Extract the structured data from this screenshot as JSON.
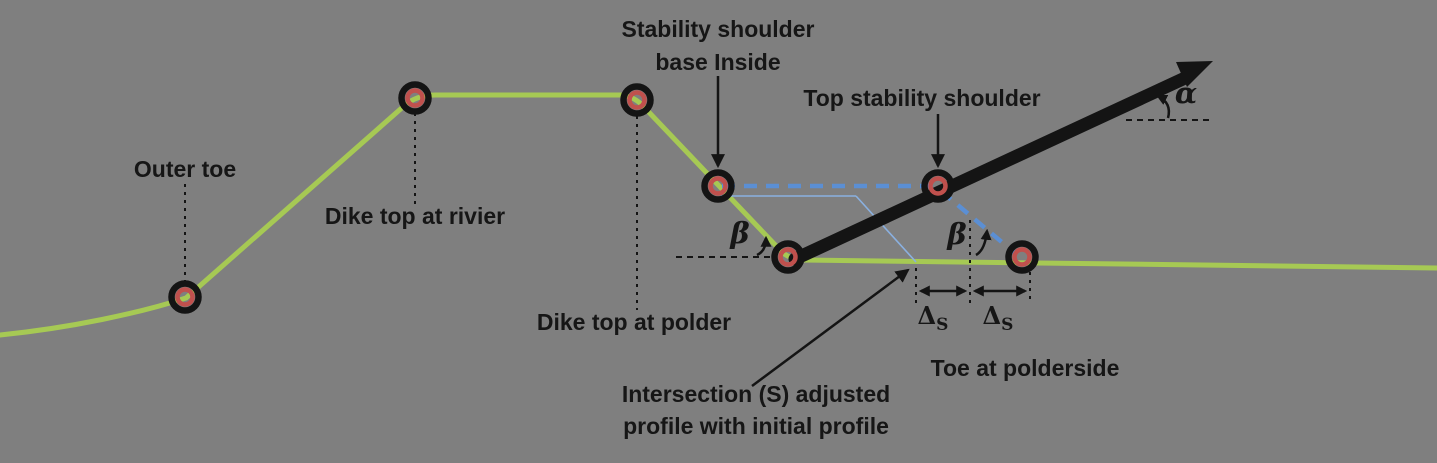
{
  "figure": {
    "type": "diagram",
    "subject": "Dike cross-section profile with stability shoulder adjustment"
  },
  "colors": {
    "background": "#7f7f7f",
    "profile_green": "#a6c954",
    "shoulder_black": "#141414",
    "adjusted_blue": "#5b8fd4",
    "initial_blue_thin": "#8ab0e0",
    "marker_outer": "#141414",
    "marker_inner": "#c0504d",
    "text": "#161616"
  },
  "labels": {
    "outer_toe": "Outer toe",
    "dike_top_rivier": "Dike top at rivier",
    "stability_shoulder_base_1": "Stability shoulder",
    "stability_shoulder_base_2": "base Inside",
    "top_stability_shoulder": "Top stability shoulder",
    "dike_top_polder": "Dike top at polder",
    "intersection_1": "Intersection (S) adjusted",
    "intersection_2": "profile with initial profile",
    "toe_polderside": "Toe at polderside",
    "alpha": "α",
    "beta": "β",
    "delta": "Δ",
    "delta_sub": "S"
  }
}
